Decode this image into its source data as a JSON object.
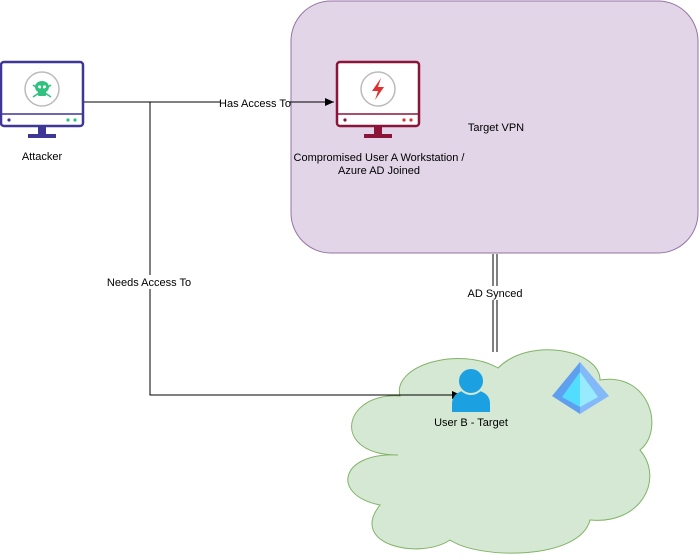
{
  "nodes": {
    "attacker": {
      "label": "Attacker",
      "icon": "skull-icon",
      "accent_color": "#2ec27e"
    },
    "workstation": {
      "label_line1": "Compromised User A Workstation /",
      "label_line2": "Azure AD Joined",
      "icon": "lightning-icon",
      "accent_color": "#e03131"
    },
    "target_vpn": {
      "label": "Target VPN",
      "fill_color": "#e1d5e7",
      "border_color": "#9673a6"
    },
    "user_b": {
      "label": "User B - Target",
      "icon": "user-icon",
      "color": "#1ba1e2"
    },
    "cloud": {
      "icon": "azure-ad-pyramid-icon",
      "fill_color": "#d5e8d4",
      "border_color": "#82b366"
    }
  },
  "edges": {
    "has_access": {
      "label": "Has Access To"
    },
    "needs_access": {
      "label": "Needs Access To"
    },
    "ad_synced": {
      "label": "AD Synced"
    }
  }
}
